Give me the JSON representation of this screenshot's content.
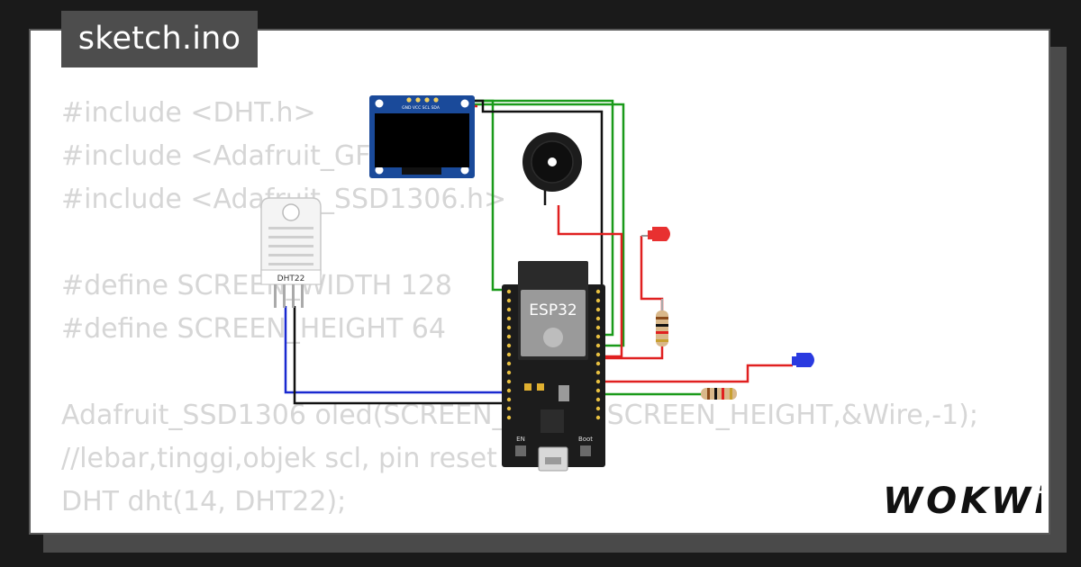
{
  "file_tab": {
    "label": "sketch.ino"
  },
  "code_lines": [
    "#include <DHT.h>",
    "#include <Adafruit_GFX.h>",
    "#include <Adafruit_SSD1306.h>",
    "",
    "#define SCREEN_WIDTH 128",
    "#define SCREEN_HEIGHT 64",
    "",
    "Adafruit_SSD1306 oled(SCREEN_WIDTH,SCREEN_HEIGHT,&Wire,-1);",
    "//lebar,tinggi,objek scl, pin reset",
    "DHT dht(14, DHT22);"
  ],
  "components": {
    "oled_pins": "GND VCC SCL SDA",
    "dht_label": "DHT22",
    "esp_label": "ESP32",
    "en_label": "EN",
    "boot_label": "Boot"
  },
  "logo": {
    "text": "WOKWi"
  },
  "colors": {
    "background": "#1a1a1a",
    "card": "#ffffff",
    "code_text": "#d6d6d6",
    "wire_green": "#1a9a1a",
    "wire_red": "#e02020",
    "wire_blue": "#1a2ad0",
    "wire_black": "#111111",
    "oled_board": "#1a4a9a",
    "led_red": "#e83030",
    "led_blue": "#2a3ae0"
  }
}
